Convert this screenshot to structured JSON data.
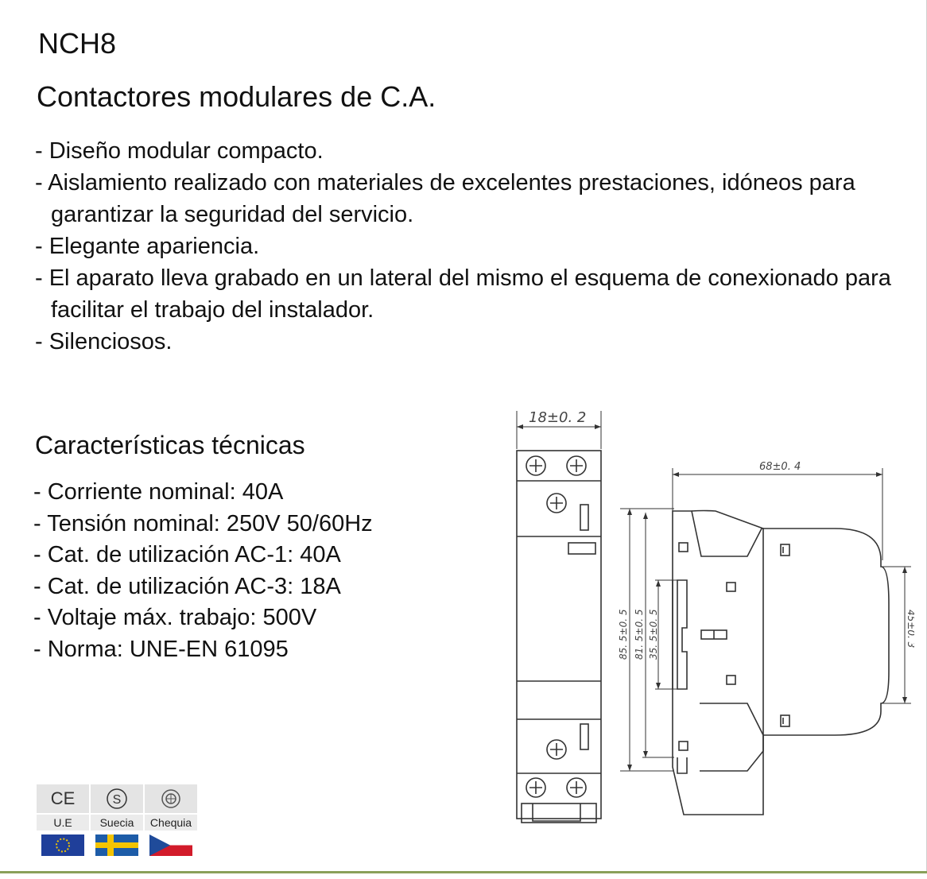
{
  "header": {
    "model": "NCH8",
    "subtitle": "Contactores modulares de C.A."
  },
  "features": [
    "- Diseño modular compacto.",
    "- Aislamiento realizado con materiales de excelentes prestaciones, idóneos para garantizar la seguridad del servicio.",
    "- Elegante apariencia.",
    "- El aparato lleva grabado en un lateral del mismo el esquema de conexionado para facilitar el trabajo del instalador.",
    "- Silenciosos."
  ],
  "specs": {
    "title": "Características técnicas",
    "items": [
      "- Corriente nominal: 40A",
      "- Tensión nominal: 250V 50/60Hz",
      "- Cat. de utilización AC-1: 40A",
      "- Cat. de utilización AC-3: 18A",
      "- Voltaje máx. trabajo: 500V",
      "- Norma: UNE-EN 61095"
    ]
  },
  "drawing": {
    "width_dim": "18±0. 2",
    "depth_dim": "68±0. 4",
    "height_outer": "85. 5±0. 5",
    "height_mid": "81. 5±0. 5",
    "height_inner": "35. 5±0. 5",
    "front_height": "45±0. 3"
  },
  "certifications": [
    {
      "mark": "CE",
      "name": "U.E",
      "icon": "ce-mark-icon",
      "flag": "eu-flag-icon"
    },
    {
      "mark": "S",
      "name": "Suecia",
      "icon": "semko-mark-icon",
      "flag": "sweden-flag-icon"
    },
    {
      "mark": "",
      "name": "Chequia",
      "icon": "ezu-mark-icon",
      "flag": "czech-flag-icon"
    }
  ],
  "colors": {
    "text": "#111111",
    "drawing_line": "#333333",
    "accent_rule": "#8aa05a"
  }
}
